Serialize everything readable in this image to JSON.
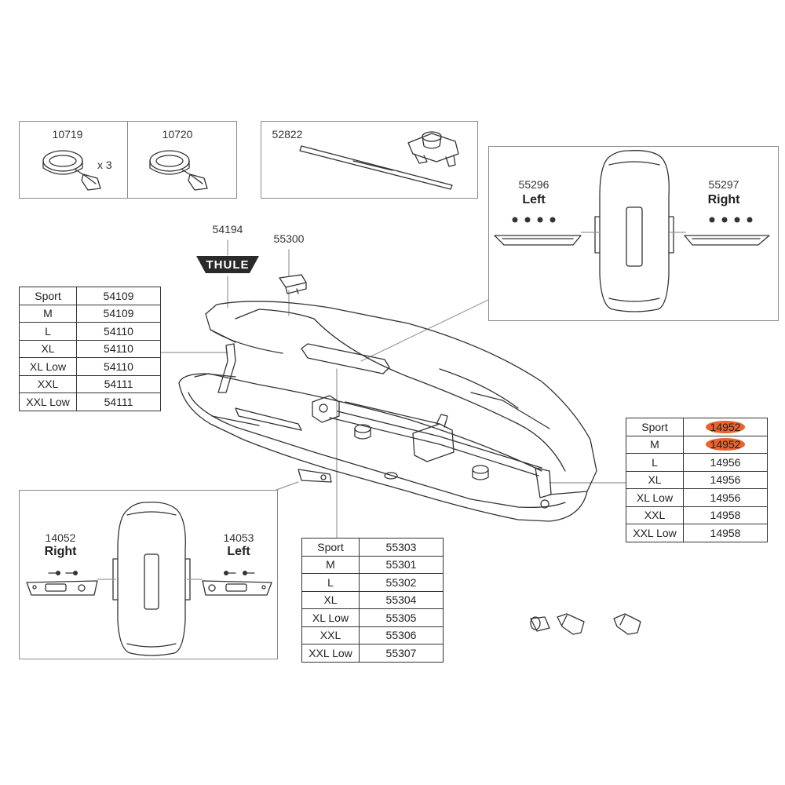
{
  "callouts": {
    "strap_a": "10719",
    "strap_a_qty": "x 3",
    "strap_b": "10720",
    "mount_kit": "52822",
    "logo_part": "54194",
    "logo_text": "THULE",
    "clip_part": "55300",
    "end_cap_left": {
      "part": "55296",
      "side": "Left"
    },
    "end_cap_right": {
      "part": "55297",
      "side": "Right"
    },
    "handle_right": {
      "part": "14052",
      "side": "Right"
    },
    "handle_left": {
      "part": "14053",
      "side": "Left"
    }
  },
  "tables": {
    "lid_lifter": [
      {
        "size": "Sport",
        "part": "54109"
      },
      {
        "size": "M",
        "part": "54109"
      },
      {
        "size": "L",
        "part": "54110"
      },
      {
        "size": "XL",
        "part": "54110"
      },
      {
        "size": "XL Low",
        "part": "54110"
      },
      {
        "size": "XXL",
        "part": "54111"
      },
      {
        "size": "XXL Low",
        "part": "54111"
      }
    ],
    "base_rail": [
      {
        "size": "Sport",
        "part": "55303"
      },
      {
        "size": "M",
        "part": "55301"
      },
      {
        "size": "L",
        "part": "55302"
      },
      {
        "size": "XL",
        "part": "55304"
      },
      {
        "size": "XL Low",
        "part": "55305"
      },
      {
        "size": "XXL",
        "part": "55306"
      },
      {
        "size": "XXL Low",
        "part": "55307"
      }
    ],
    "hinge": [
      {
        "size": "Sport",
        "part": "14952",
        "highlighted": true
      },
      {
        "size": "M",
        "part": "14952",
        "highlighted": true
      },
      {
        "size": "L",
        "part": "14956"
      },
      {
        "size": "XL",
        "part": "14956"
      },
      {
        "size": "XL Low",
        "part": "14956"
      },
      {
        "size": "XXL",
        "part": "14958"
      },
      {
        "size": "XXL Low",
        "part": "14958"
      }
    ]
  },
  "colors": {
    "highlight": "#e8642c",
    "line": "#333333",
    "box_border": "#8a8a8a"
  }
}
